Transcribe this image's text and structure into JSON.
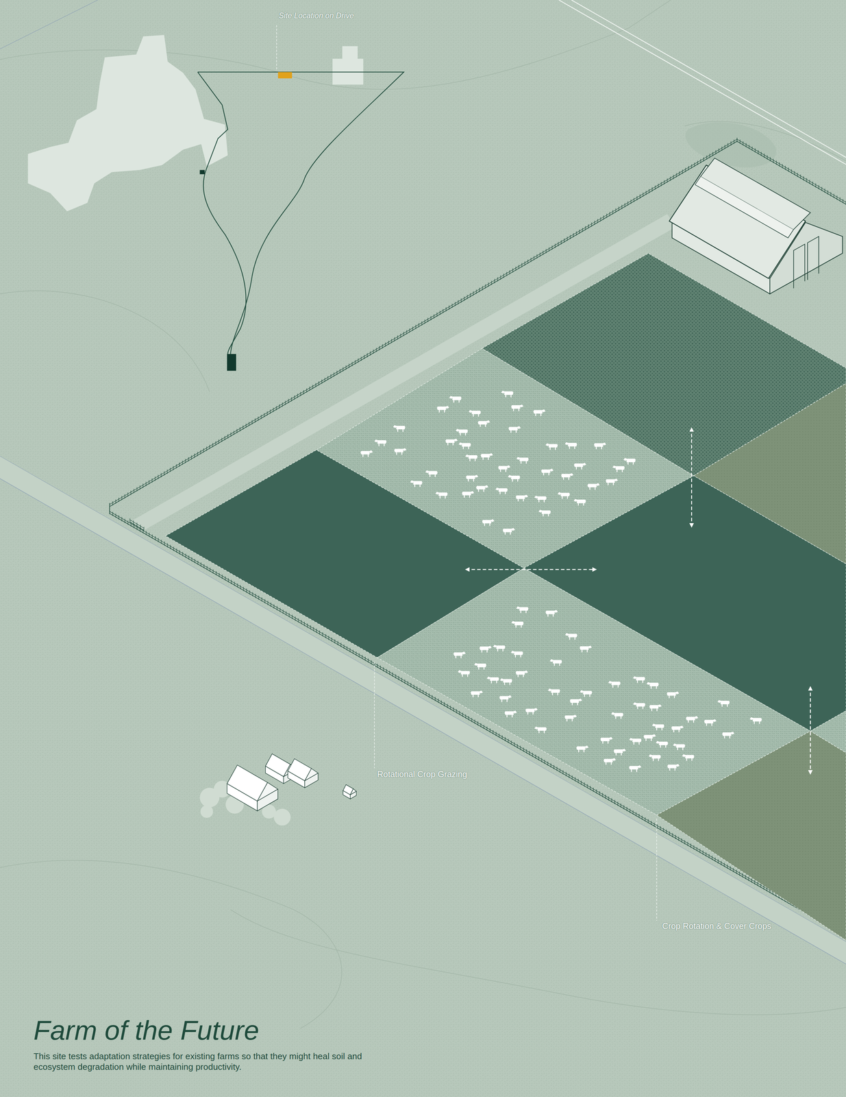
{
  "diagram": {
    "title": "Farm of the Future",
    "caption": "This site tests adaptation strategies for existing farms so that they might heal soil and ecosystem degradation while maintaining productivity.",
    "labels": [
      "Site Location on Drive",
      "Rotational Crop Grazing",
      "Crop Rotation & Cover Crops"
    ]
  }
}
